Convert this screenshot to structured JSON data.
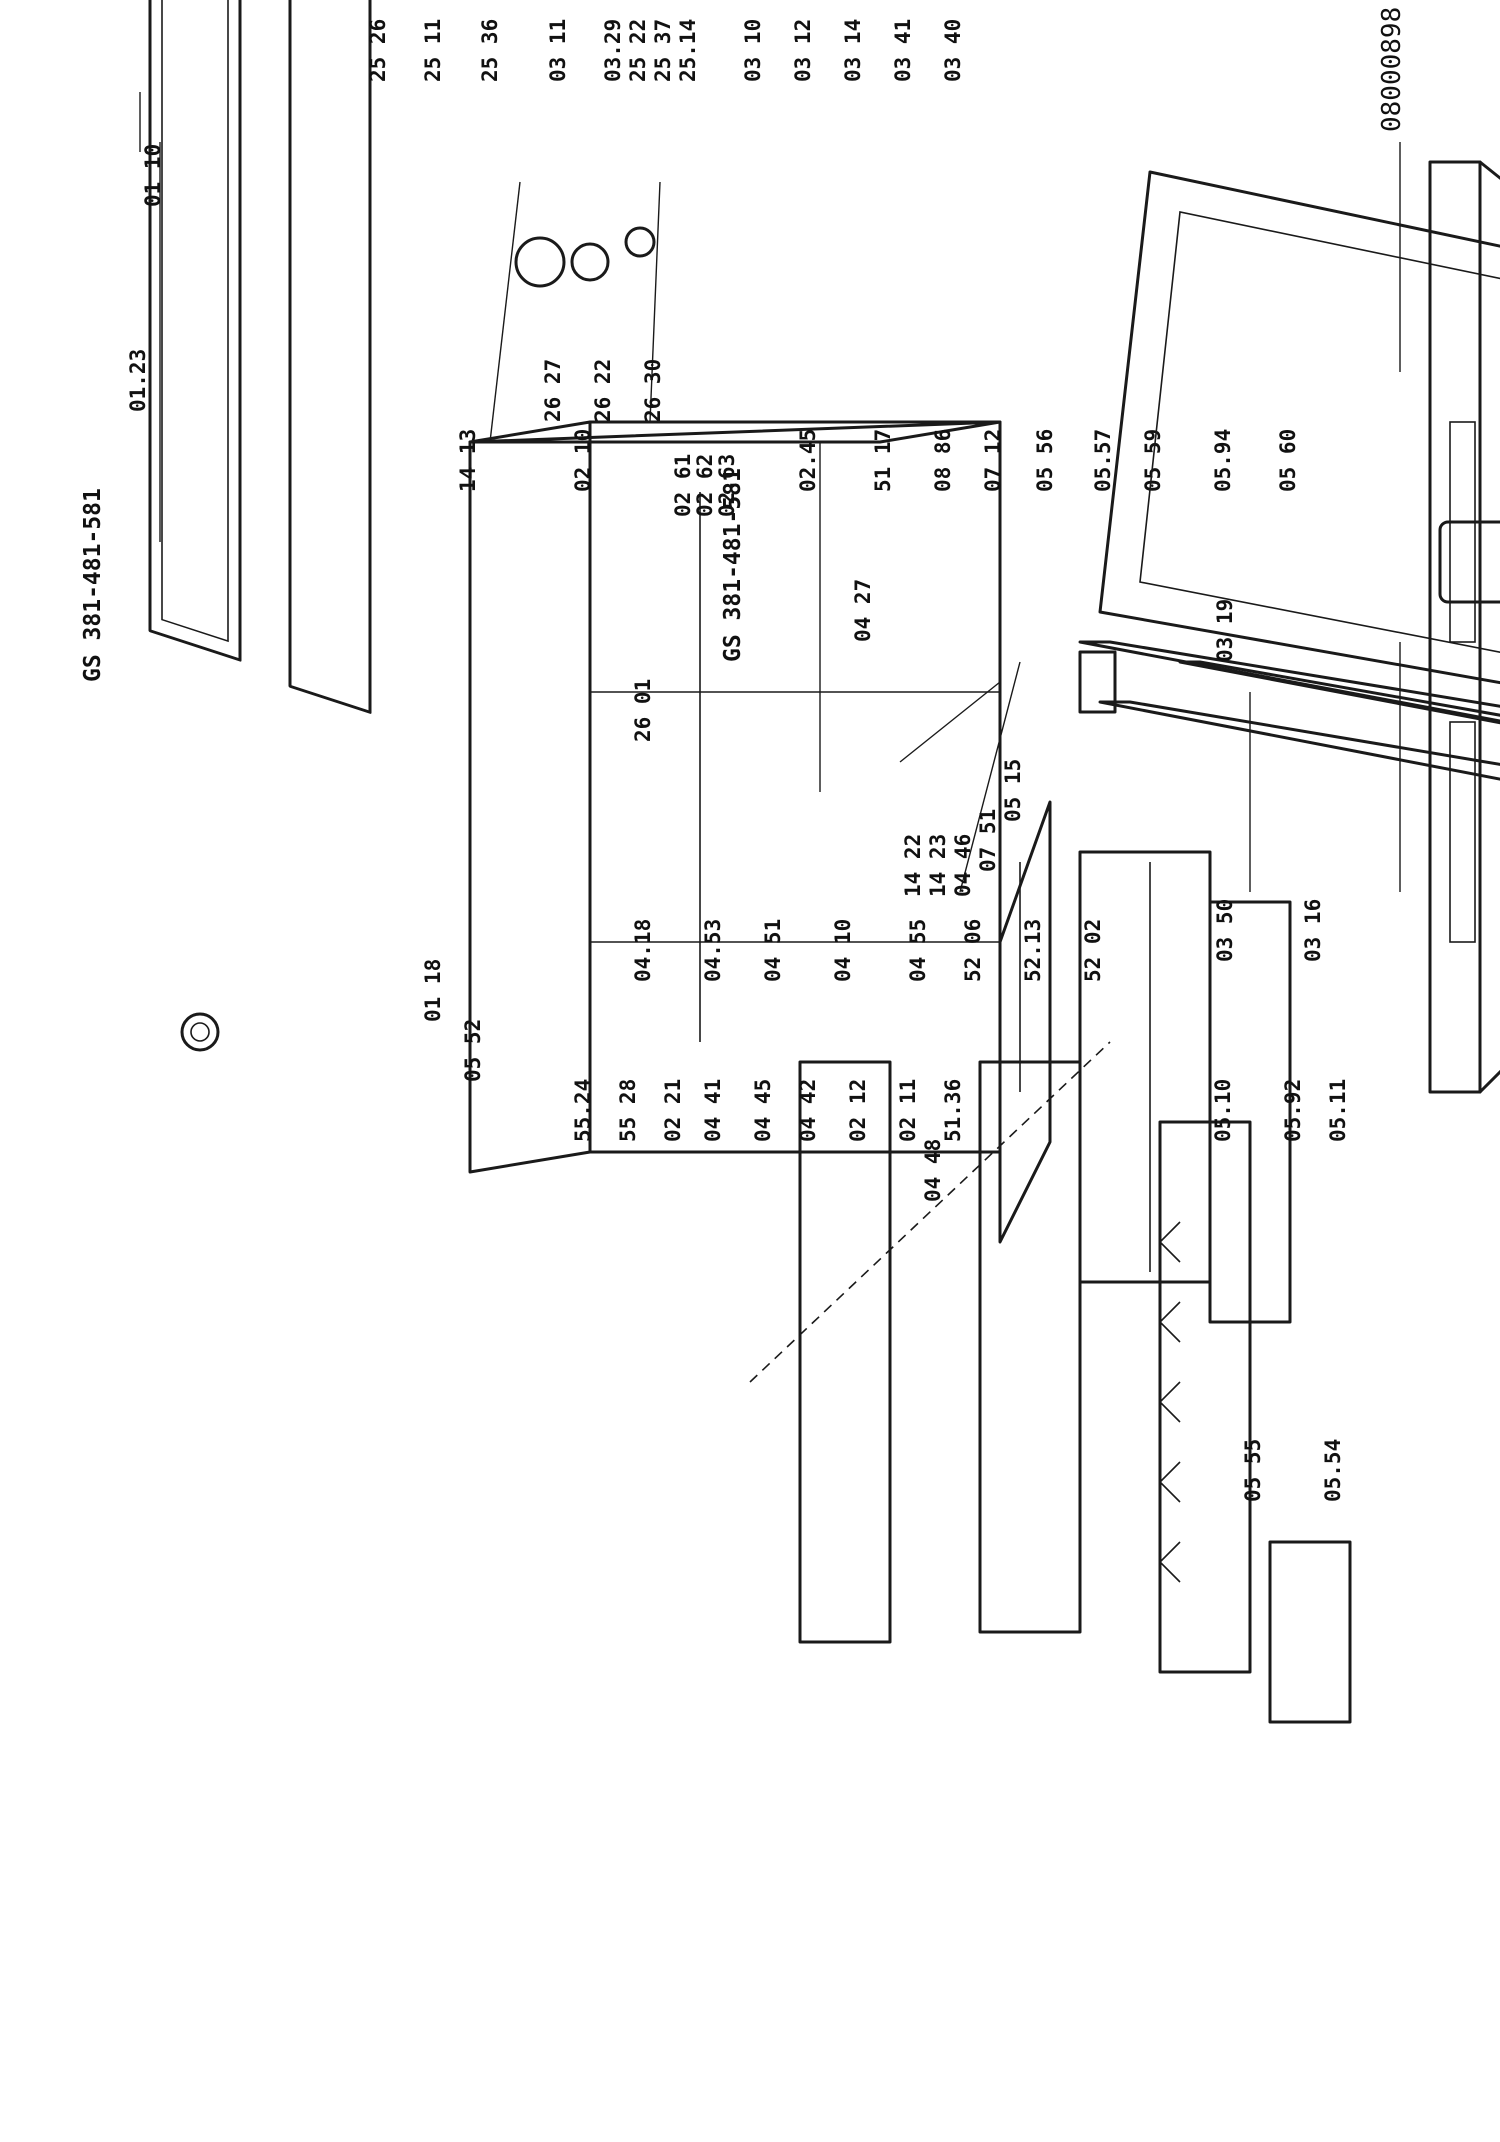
{
  "titles": {
    "left_model": "GS 381-481-581",
    "right_model": "GS 381-481-581",
    "document_code": "08000898"
  },
  "left_labels": {
    "l0123": "01.23",
    "l0110": "01 10",
    "l1413": "14 13",
    "l0210": "02 10",
    "l0261": "02 61",
    "l0262": "02 62",
    "l0263": "02.63",
    "l0245": "02.45",
    "l5117": "51 17",
    "l0886": "08 86",
    "l0712": "07 12",
    "l0556": "05 56",
    "l0557": "05.57",
    "l0559": "05 59",
    "l0594": "05.94",
    "l0560": "05 60",
    "l0118": "01 18",
    "l0552": "05 52",
    "l5524": "55.24",
    "l5528": "55 28",
    "l0221": "02 21",
    "l0441": "04 41",
    "l0445": "04 45",
    "l0442": "04 42",
    "l0212": "02 12",
    "l0211": "02 11",
    "l5136": "51.36",
    "l0510": "05.10",
    "l0592": "05.92",
    "l0511": "05.11",
    "l0554": "05.54",
    "l0555": "05 55",
    "l0448": "04 48",
    "l1422": "14 22",
    "l1423": "14 23",
    "l0446": "04 46",
    "l0751": "07 51",
    "l0515": "05 15"
  },
  "right_labels": {
    "r0418": "04.18",
    "r0453": "04.53",
    "r0451": "04 51",
    "r0410": "04 10",
    "r0455": "04 55",
    "r5206": "52 06",
    "r5213": "52.13",
    "r5202": "52 02",
    "r2526": "25 26",
    "r2511": "25 11",
    "r2536": "25 36",
    "r0311": "03 11",
    "r0329": "03.29",
    "r2522": "25 22",
    "r2537": "25 37",
    "r2514": "25.14",
    "r0310": "03 10",
    "r0312": "03 12",
    "r0314": "03 14",
    "r0341": "03 41",
    "r0340": "03 40",
    "r0319": "03 19",
    "r0350": "03 50",
    "r0316": "03 16",
    "r2627": "26 27",
    "r2622": "26 22",
    "r2630": "26 30",
    "r2601": "26 01",
    "r0427": "04 27"
  }
}
